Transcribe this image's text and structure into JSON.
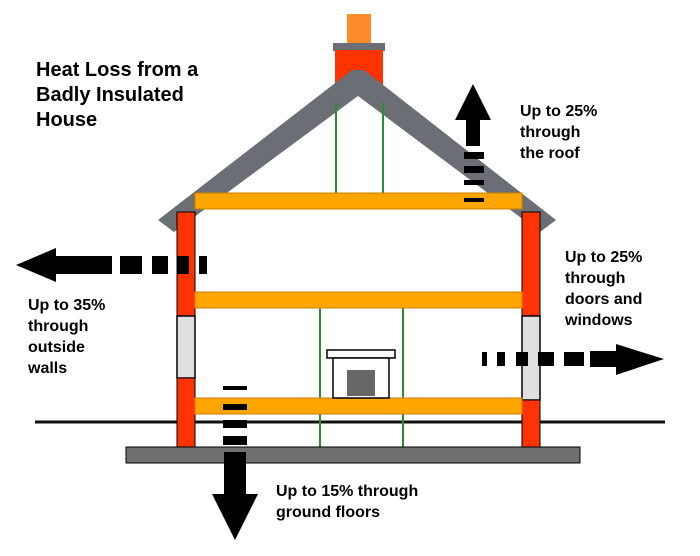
{
  "title": "Heat Loss from a\nBadly Insulated\nHouse",
  "labels": {
    "roof": "Up to 25%\nthrough\nthe roof",
    "doors_windows": "Up to 25%\nthrough\ndoors and\nwindows",
    "walls": "Up to 35%\nthrough\noutside\nwalls",
    "floors": "Up to 15% through\nground floors"
  },
  "colors": {
    "roof": "#6b6e74",
    "chimney": "#ff3300",
    "chimney_pot": "#ff8a2a",
    "wall": "#ff3300",
    "floor_beam": "#ffa500",
    "foundation": "#707070",
    "interior_lines": "#2e8b2e",
    "arrow": "#000000",
    "window": "#e0e0e0",
    "fireplace_opening": "#666666"
  },
  "icons": {
    "roof_arrow": "arrow-up-dashed",
    "wall_arrow": "arrow-left-dashed",
    "window_arrow": "arrow-right-dashed",
    "floor_arrow": "arrow-down-dashed"
  }
}
